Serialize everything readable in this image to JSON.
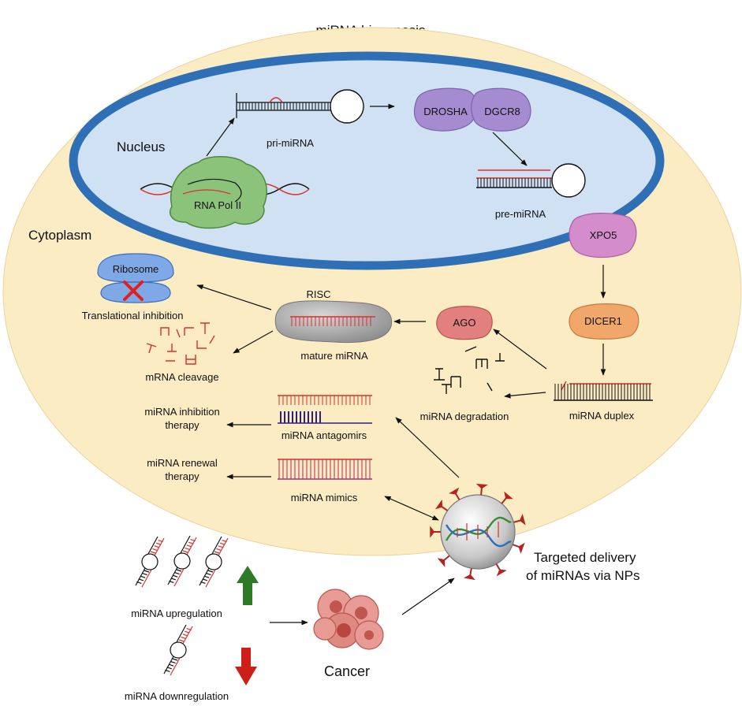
{
  "title": "miRNA biogenesis",
  "compartments": {
    "nucleus": "Nucleus",
    "cytoplasm": "Cytoplasm"
  },
  "proteins": {
    "rna_pol": "RNA Pol II",
    "drosha": "DROSHA",
    "dgcr8": "DGCR8",
    "xpo5": "XPO5",
    "dicer": "DICER1",
    "ago": "AGO",
    "ribosome": "Ribosome",
    "risc": "RISC"
  },
  "molecules": {
    "pri_mirna": "pri-miRNA",
    "pre_mirna": "pre-miRNA",
    "mirna_duplex": "miRNA duplex",
    "mature_mirna": "mature miRNA",
    "mirna_degradation": "miRNA degradation",
    "mrna_cleavage": "mRNA cleavage",
    "translational_inhibition": "Translational inhibition",
    "antagomirs": "miRNA antagomirs",
    "mimics": "miRNA mimics"
  },
  "therapies": {
    "inhibition_line1": "miRNA inhibition",
    "inhibition_line2": "therapy",
    "renewal_line1": "miRNA renewal",
    "renewal_line2": "therapy"
  },
  "bottom": {
    "upregulation": "miRNA upregulation",
    "downregulation": "miRNA downregulation",
    "cancer": "Cancer",
    "delivery_line1": "Targeted delivery",
    "delivery_line2": "of miRNAs via NPs"
  },
  "colors": {
    "cytoplasm_fill": "#fbecc4",
    "nucleus_fill": "#cfe1f2",
    "nucleus_border": "#2f6fb5",
    "mirna_red": "#d9302c",
    "drosha_purple": "#a58bd0",
    "xpo5_pink": "#d48ccc",
    "dicer_orange": "#f1a76a",
    "ago_red": "#e2807f",
    "pol_green": "#8cc37a",
    "up_green": "#2f7a27",
    "down_red": "#cc1f1a"
  }
}
